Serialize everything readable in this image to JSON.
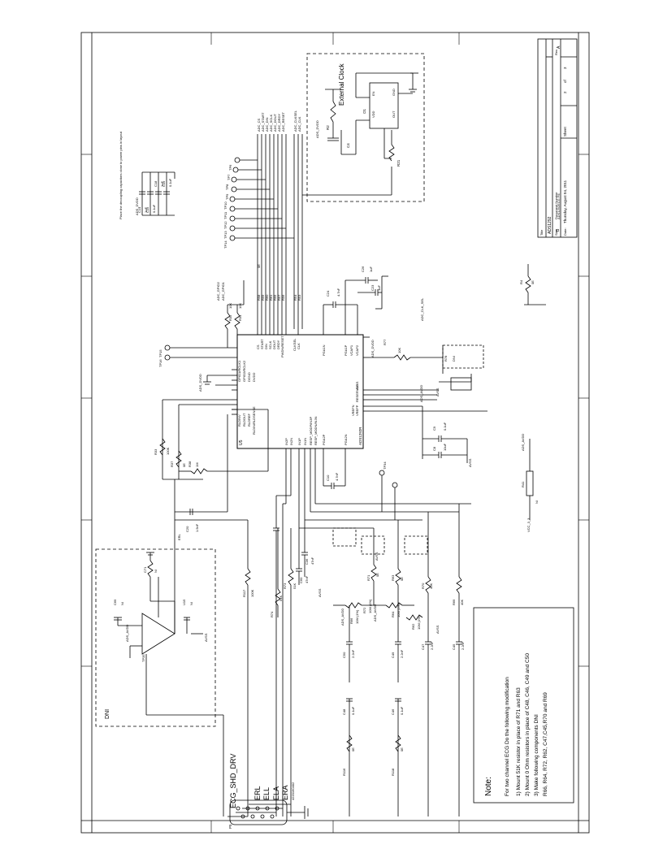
{
  "title_block": {
    "title_label": "Title",
    "title_value": "ADS1292",
    "size_label": "Size",
    "size_value": "B",
    "doc_label": "Document Number",
    "doc_value": "ADS1292ECG FE",
    "rev_label": "Rev",
    "rev_value": "A",
    "date_label": "Date:",
    "date_value": "Thursday, August 04, 2011",
    "sheet_label": "Sheet",
    "sheet_value": "2",
    "of_label": "of",
    "of_value": "3"
  },
  "notes": {
    "heading": "Note:",
    "line1": "For two channel ECG Do the following modification",
    "line2": "1) Mount 51K resistor in place of R71 and R63",
    "line3": "2) Mount 0 Ohm resistors in place of C48, C46, C49 and C50",
    "line4": "3) Make following components DNI",
    "line5": "R66, R64, R72, R62, C47,C45,R70 and R69"
  },
  "decoupling_note": "Place the decoupling capacitors close to power pins in layout",
  "external_clock": {
    "label": "External Clock",
    "osc_ref": "O1",
    "osc_pins": [
      "VDD",
      "EN",
      "OUT",
      "GND"
    ],
    "r_ref": "R2",
    "c_ref": "C4",
    "r21": "R21",
    "dni": "NI",
    "supply": "ADS_DVDD"
  },
  "connector": {
    "ref": "P5",
    "part": "4220160402",
    "signals": [
      "ECG_SHD_DRV",
      "ERL",
      "ELL",
      "ELA",
      "ERA"
    ]
  },
  "ic": {
    "ref": "U5",
    "part": "ADS1292R",
    "pins_left": [
      "GPIO1/RCLK1",
      "GPIO2/RCLK2",
      "DGND",
      "DVDD",
      "AVDD",
      "RLDINV",
      "RLDOUT",
      "RLDREF",
      "RLDIN/RLDSENSE"
    ],
    "pins_top": [
      "CS",
      "START",
      "DIN",
      "SCLK",
      "DOUT",
      "DRDY",
      "PWDN/RESET",
      "CLKSEL",
      "CLK"
    ],
    "pins_right": [
      "PGA1N",
      "PGA1P",
      "VCAP1",
      "VCAP2",
      "RESERVED",
      "AVSS",
      "AVSS",
      "VREFN",
      "VREFP"
    ],
    "pins_bottom": [
      "IN2P",
      "IN2N",
      "IN1P",
      "IN1N",
      "RESP_MODP/IN3P",
      "RESP_MODN/IN3N",
      "PGA2P",
      "PGA2N"
    ]
  },
  "nets": {
    "adc_signals": [
      "ADC_CS",
      "ADC_START",
      "ADC_DIN",
      "ADC_SCLK",
      "ADC_DOUT",
      "ADC_DRDY",
      "ADC_RESET",
      "ADC_CLKSEL",
      "ADC_CLK"
    ],
    "gpio": [
      "ADC_GPIO2",
      "ADC_GPIO1"
    ],
    "avdd": "ADS_AVDD",
    "dvdd": "ADS_DVDD",
    "avss": "AVSS",
    "vcc": "VCC_3_3",
    "clk_sel": "ADC_CLK_SEL"
  },
  "components": {
    "decoupling": [
      {
        "ref": "C14",
        "value": "1uF"
      },
      {
        "ref": "C15",
        "value": "0.1uF"
      },
      {
        "ref": "C18",
        "value": "1uF"
      },
      {
        "ref": "C19",
        "value": "0.1uF"
      }
    ],
    "series_r": [
      "R58",
      "R59",
      "R60",
      "R61",
      "R55",
      "R57",
      "R56",
      "R54",
      "R53"
    ],
    "series_value": "0E",
    "vcap": [
      {
        "ref": "C24",
        "value": "4.7nF"
      },
      {
        "ref": "C26",
        "value": "1uF"
      },
      {
        "ref": "C23",
        "value": "1uF"
      }
    ],
    "misc": [
      {
        "ref": "R4",
        "value": "0E"
      },
      {
        "ref": "R77",
        "value": "10K"
      },
      {
        "ref": "R78",
        "value": "DNI"
      },
      {
        "ref": "C9",
        "value": "0.1uF"
      },
      {
        "ref": "C8",
        "value": "10uF"
      },
      {
        "ref": "C10",
        "value": "4.7nF"
      },
      {
        "ref": "C20",
        "value": "1.5nF"
      },
      {
        "ref": "R33",
        "value": "100K"
      },
      {
        "ref": "R37",
        "value": "0E"
      },
      {
        "ref": "R38",
        "value": "1M"
      },
      {
        "ref": "R34",
        "value": "10K"
      },
      {
        "ref": "R35",
        "value": "10K"
      },
      {
        "ref": "R117",
        "value": "100K"
      },
      {
        "ref": "R73",
        "value": "51K"
      },
      {
        "ref": "R74",
        "value": "51K"
      },
      {
        "ref": "C36",
        "value": "47nF"
      },
      {
        "ref": "C60",
        "value": "47nF"
      },
      {
        "ref": "R71",
        "value": "0E"
      },
      {
        "ref": "R63",
        "value": "0E"
      },
      {
        "ref": "R64",
        "value": "10M (1%)"
      },
      {
        "ref": "R66",
        "value": "10M (1%)"
      },
      {
        "ref": "R62",
        "value": "10M (1%)"
      },
      {
        "ref": "R72",
        "value": "10M (1%)"
      },
      {
        "ref": "R70",
        "value": "40K"
      },
      {
        "ref": "R69",
        "value": "40K"
      },
      {
        "ref": "C50",
        "value": "2.2nF"
      },
      {
        "ref": "C49",
        "value": "2.2nF"
      },
      {
        "ref": "C47",
        "value": "2.2nF"
      },
      {
        "ref": "C45",
        "value": "2.2nF"
      },
      {
        "ref": "C48",
        "value": "0.1uF"
      },
      {
        "ref": "C46",
        "value": "0.1uF"
      },
      {
        "ref": "R116",
        "value": "0E"
      },
      {
        "ref": "R118",
        "value": "0E"
      },
      {
        "ref": "L3",
        "value": "BLM18PG121SN1D"
      },
      {
        "ref": "R41",
        "value": "NI"
      },
      {
        "ref": "C71",
        "value": "NI"
      },
      {
        "ref": "C69",
        "value": "NI"
      },
      {
        "ref": "U15",
        "value": "NI"
      },
      {
        "ref": "TP35",
        "value": ""
      },
      {
        "ref": "TP34",
        "value": ""
      }
    ],
    "dni_label": "DNI"
  },
  "test_points": [
    "TP6",
    "TP7",
    "TP8",
    "TP9",
    "TP10",
    "TP11",
    "TP12",
    "TP13",
    "TP14",
    "TP15",
    "TP16"
  ]
}
